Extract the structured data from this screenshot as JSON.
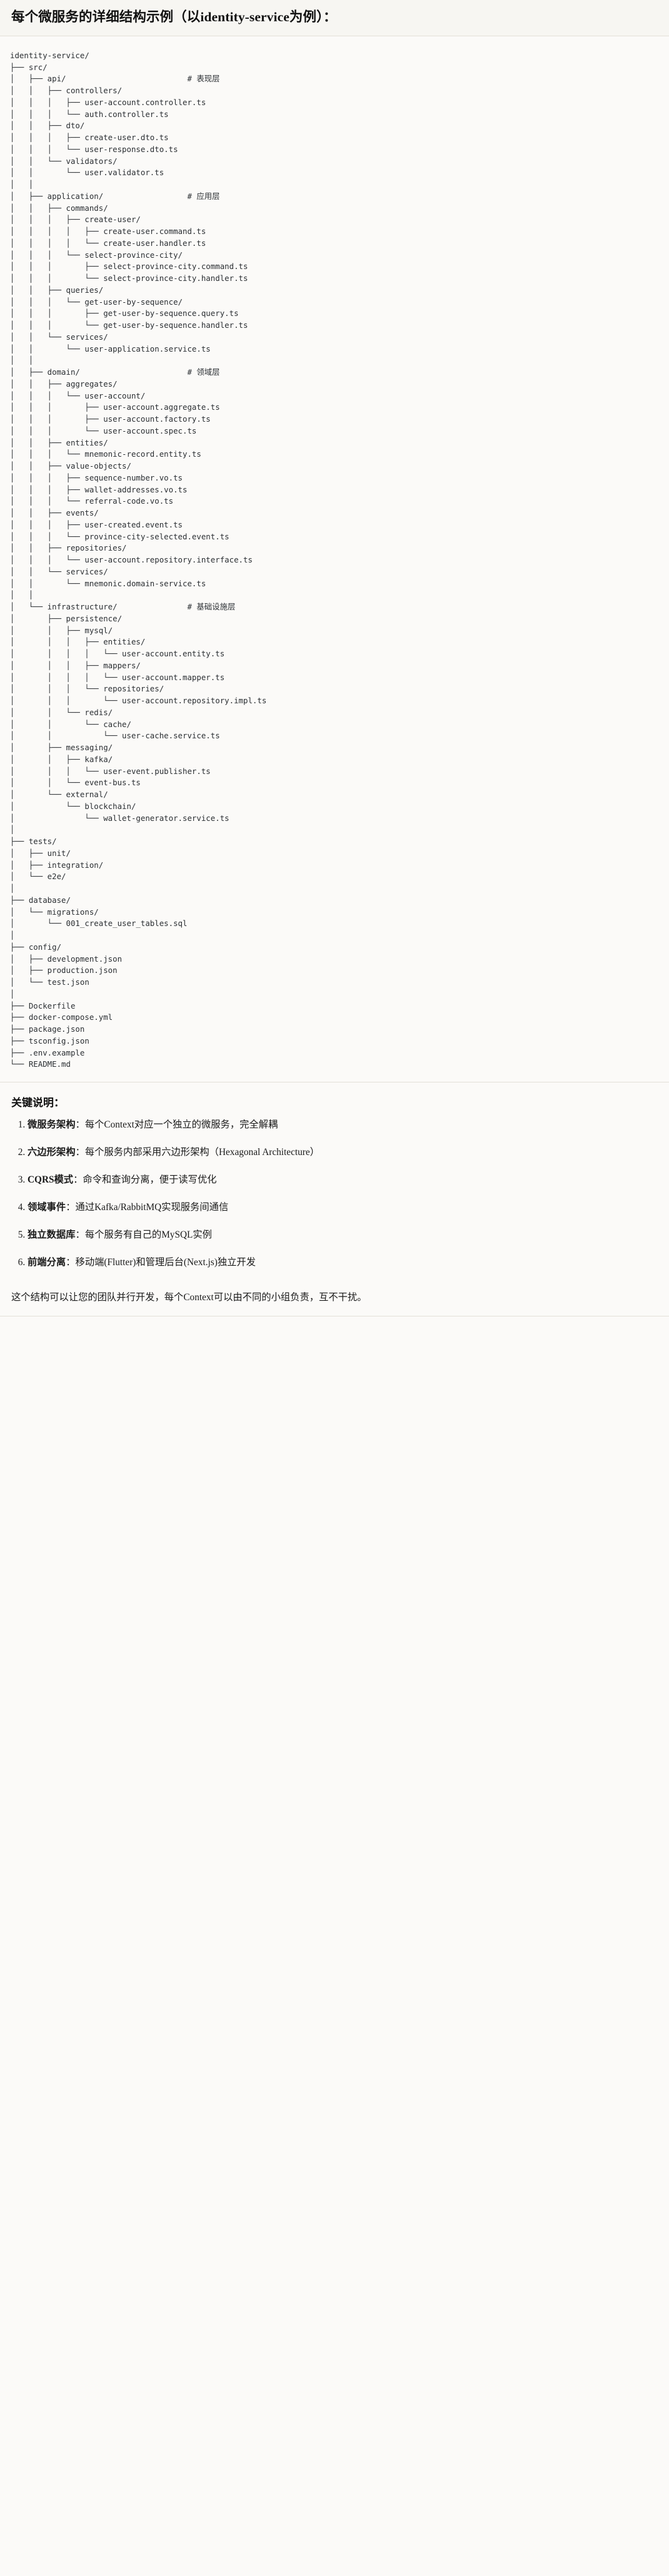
{
  "header": {
    "title": "每个微服务的详细结构示例（以identity-service为例）："
  },
  "tree": {
    "root": "identity-service/",
    "text": "identity-service/\n├── src/\n│   ├── api/                          # 表现层\n│   │   ├── controllers/\n│   │   │   ├── user-account.controller.ts\n│   │   │   └── auth.controller.ts\n│   │   ├── dto/\n│   │   │   ├── create-user.dto.ts\n│   │   │   └── user-response.dto.ts\n│   │   └── validators/\n│   │       └── user.validator.ts\n│   │\n│   ├── application/                  # 应用层\n│   │   ├── commands/\n│   │   │   ├── create-user/\n│   │   │   │   ├── create-user.command.ts\n│   │   │   │   └── create-user.handler.ts\n│   │   │   └── select-province-city/\n│   │   │       ├── select-province-city.command.ts\n│   │   │       └── select-province-city.handler.ts\n│   │   ├── queries/\n│   │   │   └── get-user-by-sequence/\n│   │   │       ├── get-user-by-sequence.query.ts\n│   │   │       └── get-user-by-sequence.handler.ts\n│   │   └── services/\n│   │       └── user-application.service.ts\n│   │\n│   ├── domain/                       # 领域层\n│   │   ├── aggregates/\n│   │   │   └── user-account/\n│   │   │       ├── user-account.aggregate.ts\n│   │   │       ├── user-account.factory.ts\n│   │   │       └── user-account.spec.ts\n│   │   ├── entities/\n│   │   │   └── mnemonic-record.entity.ts\n│   │   ├── value-objects/\n│   │   │   ├── sequence-number.vo.ts\n│   │   │   ├── wallet-addresses.vo.ts\n│   │   │   └── referral-code.vo.ts\n│   │   ├── events/\n│   │   │   ├── user-created.event.ts\n│   │   │   └── province-city-selected.event.ts\n│   │   ├── repositories/\n│   │   │   └── user-account.repository.interface.ts\n│   │   └── services/\n│   │       └── mnemonic.domain-service.ts\n│   │\n│   └── infrastructure/               # 基础设施层\n│       ├── persistence/\n│       │   ├── mysql/\n│       │   │   ├── entities/\n│       │   │   │   └── user-account.entity.ts\n│       │   │   ├── mappers/\n│       │   │   │   └── user-account.mapper.ts\n│       │   │   └── repositories/\n│       │   │       └── user-account.repository.impl.ts\n│       │   └── redis/\n│       │       └── cache/\n│       │           └── user-cache.service.ts\n│       ├── messaging/\n│       │   ├── kafka/\n│       │   │   └── user-event.publisher.ts\n│       │   └── event-bus.ts\n│       └── external/\n│           └── blockchain/\n│               └── wallet-generator.service.ts\n│\n├── tests/\n│   ├── unit/\n│   ├── integration/\n│   └── e2e/\n│\n├── database/\n│   └── migrations/\n│       └── 001_create_user_tables.sql\n│\n├── config/\n│   ├── development.json\n│   ├── production.json\n│   └── test.json\n│\n├── Dockerfile\n├── docker-compose.yml\n├── package.json\n├── tsconfig.json\n├── .env.example\n└── README.md"
  },
  "keys": {
    "title": "关键说明：",
    "items": [
      {
        "term": "微服务架构",
        "sep": "：",
        "desc": "每个Context对应一个独立的微服务，完全解耦"
      },
      {
        "term": "六边形架构",
        "sep": "：",
        "desc": "每个服务内部采用六边形架构（Hexagonal Architecture）"
      },
      {
        "term": "CQRS模式",
        "sep": "：",
        "desc": "命令和查询分离，便于读写优化"
      },
      {
        "term": "领域事件",
        "sep": "：",
        "desc": "通过Kafka/RabbitMQ实现服务间通信"
      },
      {
        "term": "独立数据库",
        "sep": "：",
        "desc": "每个服务有自己的MySQL实例"
      },
      {
        "term": "前端分离",
        "sep": "：",
        "desc": "移动端(Flutter)和管理后台(Next.js)独立开发"
      }
    ]
  },
  "footer": {
    "note": "这个结构可以让您的团队并行开发，每个Context可以由不同的小组负责，互不干扰。"
  },
  "colors": {
    "page_background": "#fbfaf8",
    "header_background": "#f7f6f2",
    "divider": "#e3e0d8",
    "code_text": "#2b2f33",
    "body_text": "#1a1a1a"
  }
}
